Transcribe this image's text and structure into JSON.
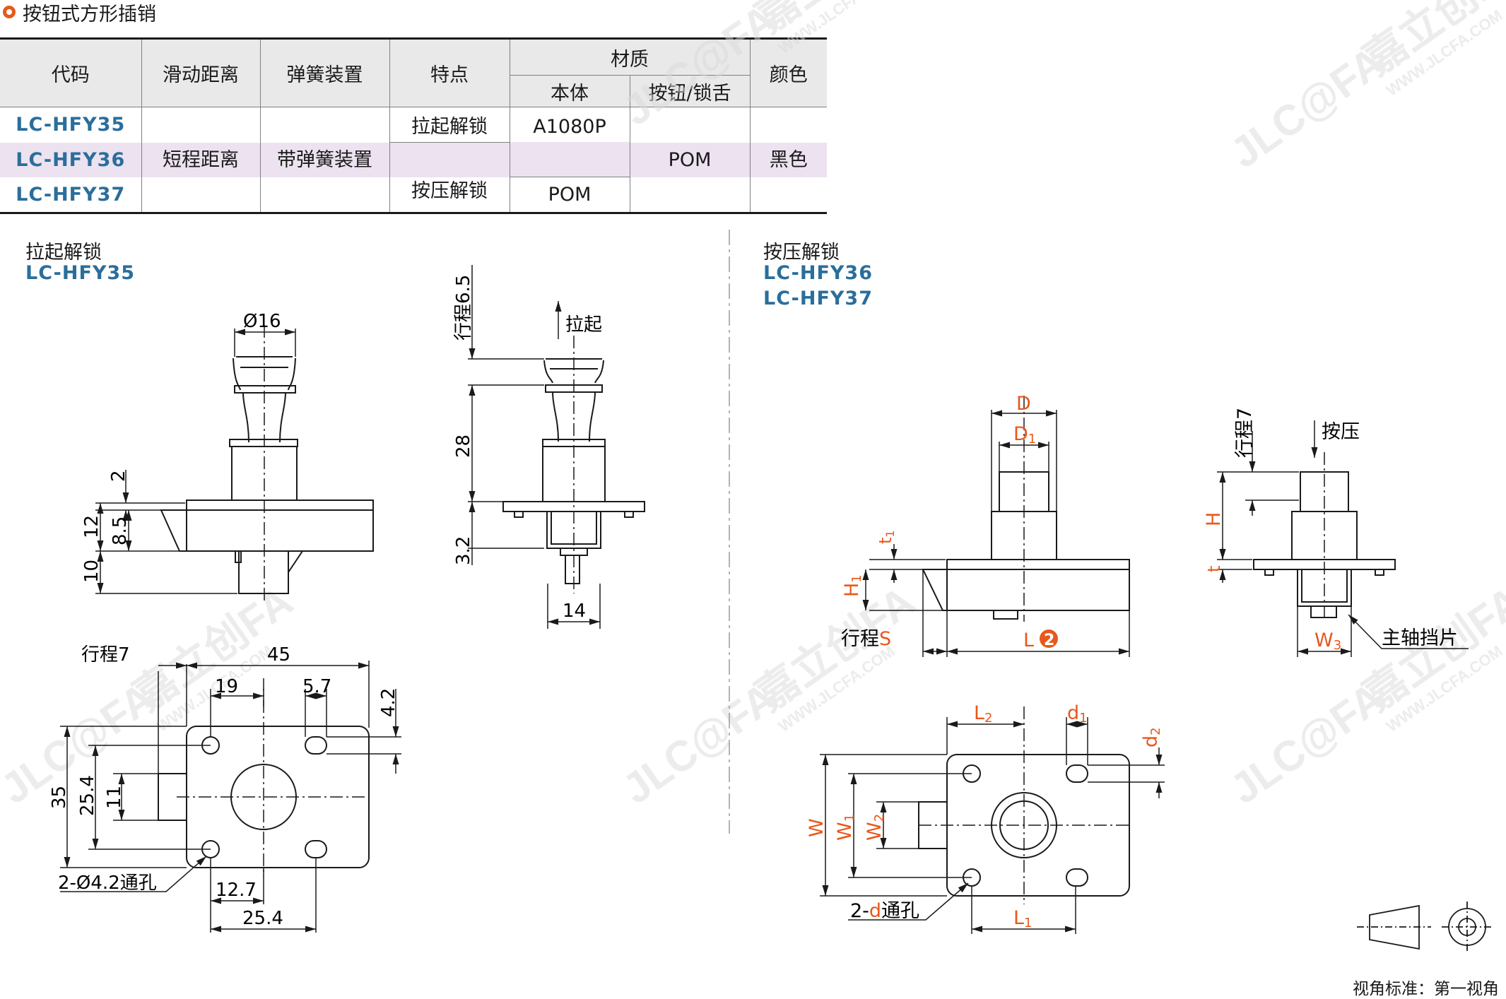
{
  "title": "按钮式方形插销",
  "table": {
    "headers": {
      "code": "代码",
      "slide": "滑动距离",
      "spring": "弹簧装置",
      "feature": "特点",
      "material": "材质",
      "body": "本体",
      "button": "按钮/锁舌",
      "color": "颜色"
    },
    "rows": [
      {
        "code": "LC-HFY35",
        "feature": "拉起解锁"
      },
      {
        "code": "LC-HFY36",
        "slide": "短程距离",
        "spring": "带弹簧装置"
      },
      {
        "code": "LC-HFY37",
        "feature": "按压解锁"
      }
    ],
    "body_mat_1": "A1080P",
    "body_mat_2": "POM",
    "button_mat": "POM",
    "color": "黑色"
  },
  "left": {
    "heading": "拉起解锁",
    "code": "LC-HFY35",
    "dims": {
      "phi16": "Ø16",
      "d2": "2",
      "d12": "12",
      "d85": "8.5",
      "d10": "10",
      "stroke65": "行程6.5",
      "pull": "拉起",
      "d28": "28",
      "d32": "3.2",
      "d14": "14",
      "stroke7": "行程7",
      "d45": "45",
      "d19": "19",
      "d57": "5.7",
      "d42": "4.2",
      "d35": "35",
      "d254v": "25.4",
      "d11": "11",
      "holes": "2-Ø4.2通孔",
      "d127": "12.7",
      "d254h": "25.4"
    }
  },
  "right": {
    "heading": "按压解锁",
    "code1": "LC-HFY36",
    "code2": "LC-HFY37",
    "dims": {
      "D": "D",
      "D1": "D",
      "D1sub": "1",
      "t1": "t",
      "t1sub": "1",
      "H1": "H",
      "H1sub": "1",
      "strokeS_a": "行程",
      "strokeS_b": "S",
      "L": "L",
      "note": "2",
      "stroke7": "行程7",
      "press": "按压",
      "H": "H",
      "t": "t",
      "W3": "W",
      "W3sub": "3",
      "shaft": "主轴挡片",
      "L2": "L",
      "L2sub": "2",
      "d1": "d",
      "d1sub": "1",
      "d2": "d",
      "d2sub": "2",
      "W": "W",
      "W1": "W",
      "W1sub": "1",
      "W2": "W",
      "W2sub": "2",
      "holes_a": "2-",
      "holes_b": "d",
      "holes_c": "通孔",
      "L1": "L",
      "L1sub": "1"
    }
  },
  "projection": "视角标准：第一视角",
  "watermark": {
    "brand": "JLC@FA",
    "name": "嘉立创FA",
    "url": "WWW.JLCFA.COM"
  },
  "colors": {
    "accent": "#e8581c",
    "code_blue": "#2a6e9c",
    "highlight": "#ece2f0"
  }
}
